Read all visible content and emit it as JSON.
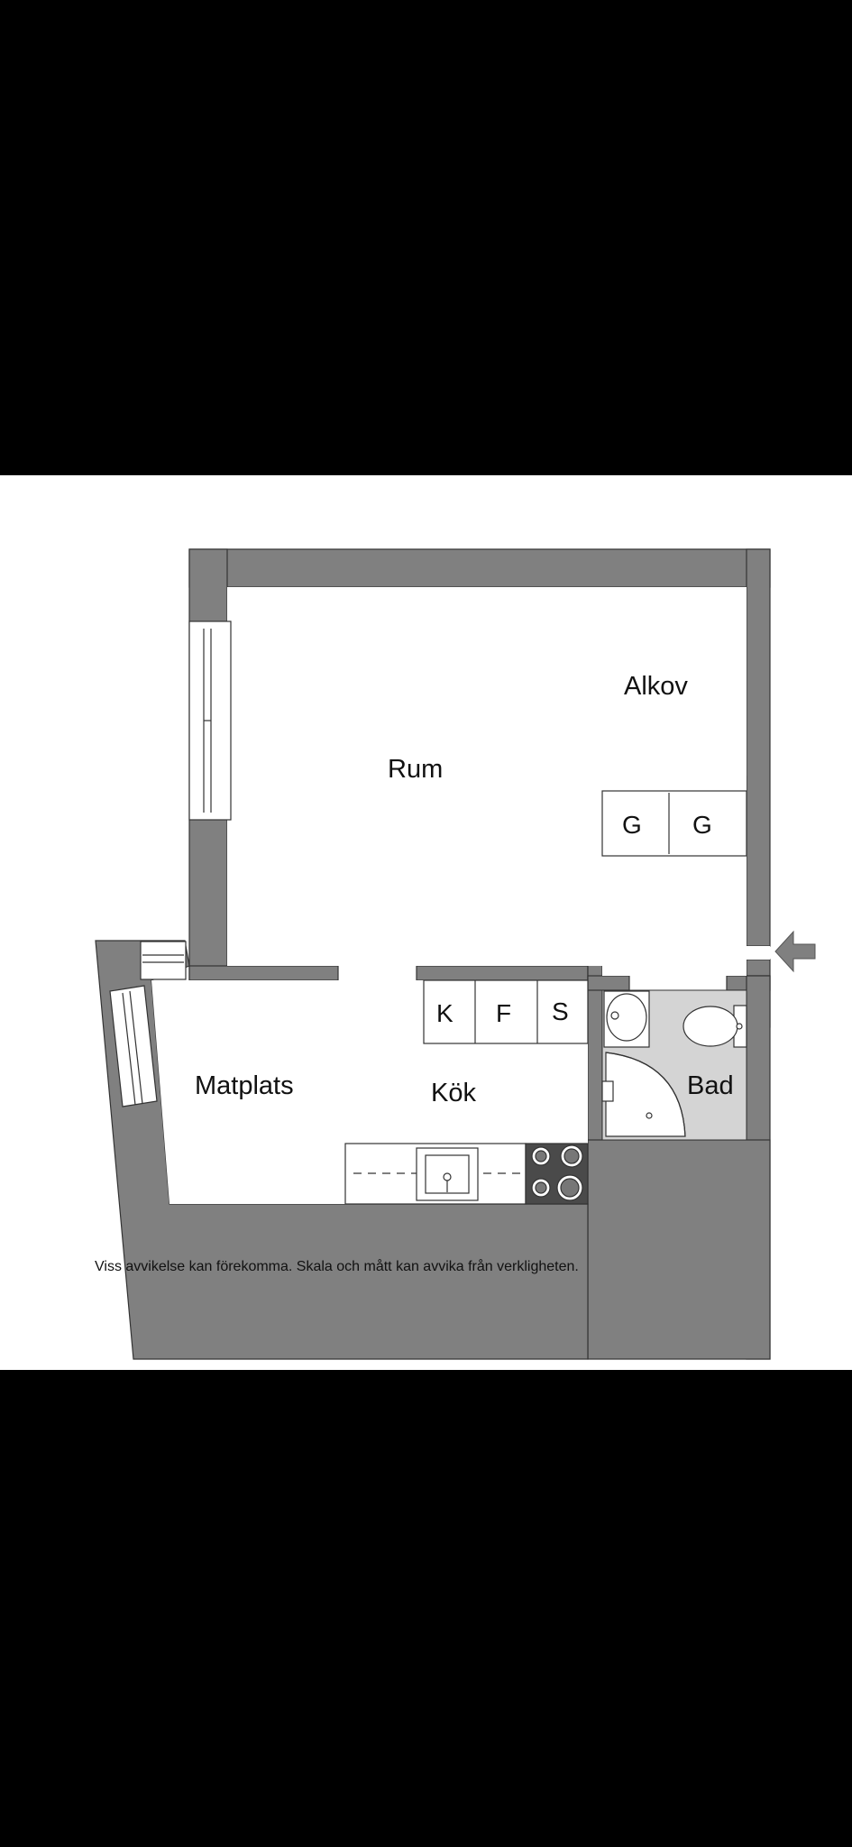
{
  "rooms": {
    "rum": "Rum",
    "alkov": "Alkov",
    "matplats": "Matplats",
    "kok": "Kök",
    "bad": "Bad"
  },
  "fixtures": {
    "wardrobe_1": "G",
    "wardrobe_2": "G",
    "fridge": "K",
    "freezer": "F",
    "cabinet": "S"
  },
  "disclaimer": "Viss avvikelse kan förekomma. Skala och mått kan avvika från verkligheten.",
  "colors": {
    "wall": "#808080",
    "bathroom_floor": "#d4d4d4",
    "background_frame": "#000000",
    "panel": "#ffffff"
  }
}
